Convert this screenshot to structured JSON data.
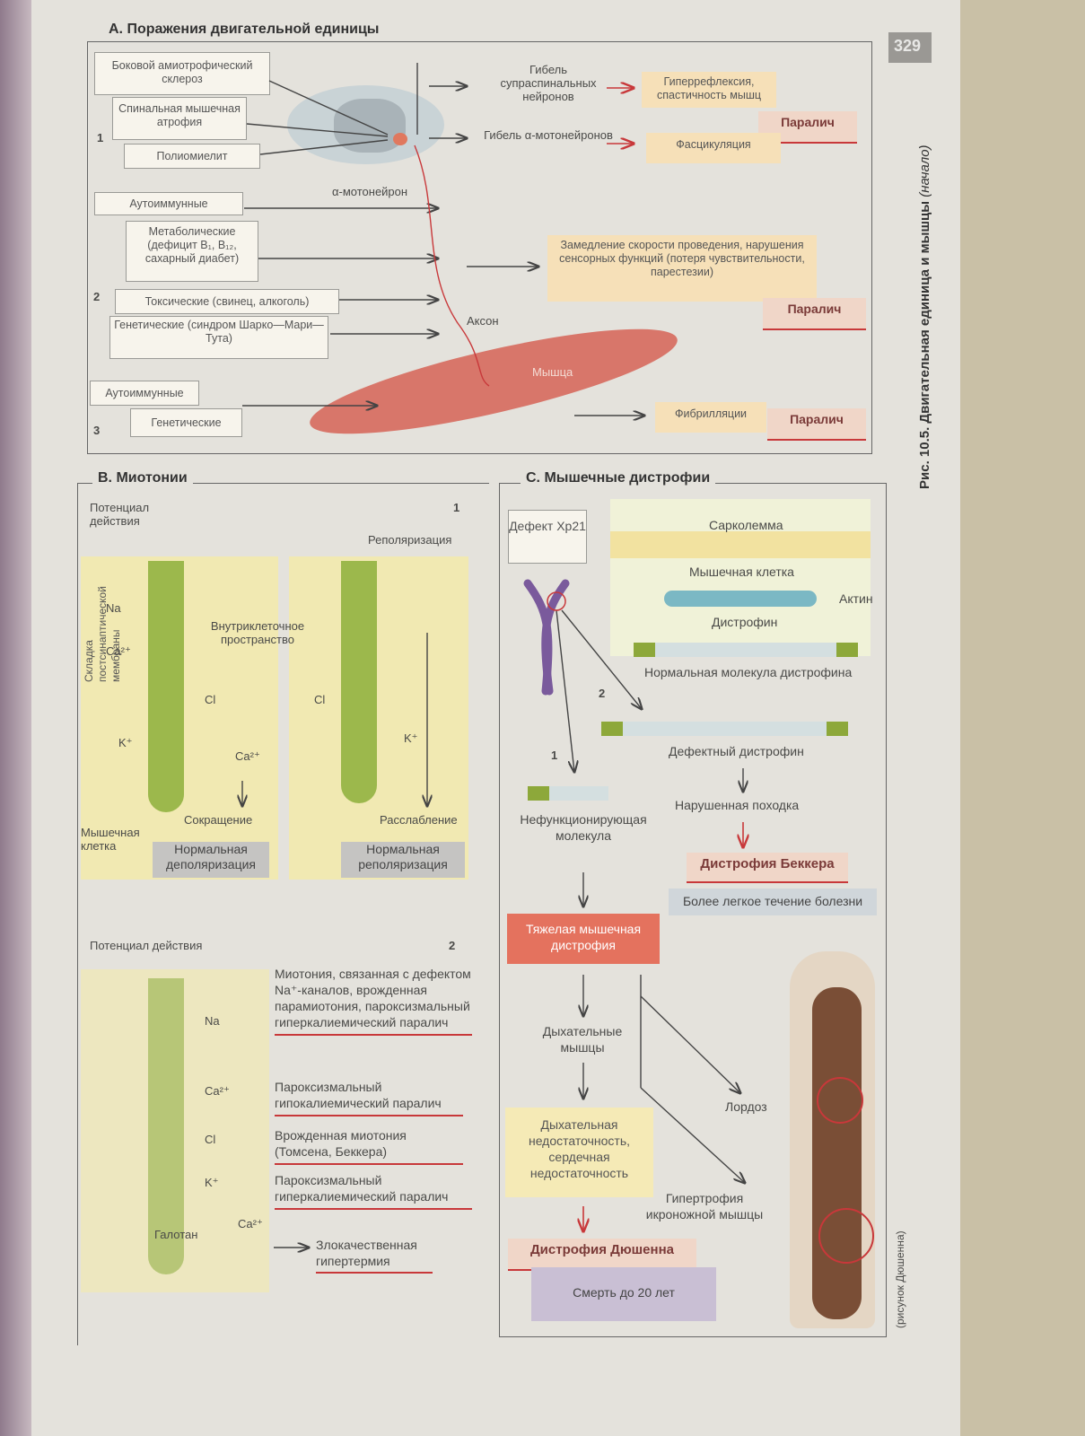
{
  "page_number": "329",
  "side_caption": "Рис. 10.5.  Двигательная единица и мышцы",
  "side_caption_note": "(начало)",
  "credit": "(рисунок Дюшенна)",
  "section_a": {
    "title": "А. Поражения двигательной единицы",
    "group1_number": "1",
    "group2_number": "2",
    "group3_number": "3",
    "als": "Боковой амиотрофический склероз",
    "sma": "Спинальная мышечная атрофия",
    "polio": "Полиомиелит",
    "supraspinal_death": "Гибель супраспинальных нейронов",
    "hyperreflexia": "Гиперрефлексия, спастичность мышц",
    "paralysis": "Паралич",
    "alpha_death": "Гибель α-мотонейронов",
    "fasciculation": "Фасцикуляция",
    "alpha_motoneuron": "α-мотонейрон",
    "autoimmune": "Аутоиммунные",
    "metabolic": "Метаболические (дефицит B₁, B₁₂, сахарный диабет)",
    "toxic": "Токсические (свинец, алкоголь)",
    "genetic_cmt": "Генетические (синдром Шарко—Мари—Тута)",
    "slowing": "Замедление скорости проведения, нарушения сенсорных функций (потеря чувствительности, парестезии)",
    "axon": "Аксон",
    "muscle": "Мышца",
    "autoimmune3": "Аутоиммунные",
    "genetic3": "Генетические",
    "fibrillation": "Фибрилляции"
  },
  "section_b": {
    "title": "B. Миотонии",
    "panel1_number": "1",
    "action_potential": "Потенциал действия",
    "repolarization": "Реполяризация",
    "membrane_fold": "Складка постсинаптической мембраны",
    "na": "Na",
    "ca": "Ca²⁺",
    "cl": "Cl",
    "k": "K⁺",
    "intracellular": "Внутриклеточное пространство",
    "contraction": "Сокращение",
    "relaxation": "Расслабление",
    "muscle_cell": "Мышечная клетка",
    "normal_depol": "Нормальная деполяризация",
    "normal_repol": "Нормальная реполяризация",
    "panel2_number": "2",
    "action_potential2": "Потенциал действия",
    "na_defect": "Миотония, связанная с дефектом Na⁺-каналов, врожденная парамиотония, пароксизмальный гиперкалиемический паралич",
    "hypokalemic": "Пароксизмальный гипокалиемический паралич",
    "thomsen": "Врожденная миотония (Томсена, Беккера)",
    "hyperkalemic": "Пароксизмальный гиперкалиемический паралич",
    "halothane": "Галотан",
    "malignant": "Злокачественная гипертермия"
  },
  "section_c": {
    "title": "C. Мышечные дистрофии",
    "defect": "Дефект Xp21",
    "sarcolemma": "Сарколемма",
    "muscle_cell": "Мышечная клетка",
    "actin": "Актин",
    "dystrophin": "Дистрофин",
    "normal_molecule": "Нормальная молекула дистрофина",
    "path1": "1",
    "path2": "2",
    "defective": "Дефектный дистрофин",
    "gait": "Нарушенная походка",
    "becker": "Дистрофия Беккера",
    "milder": "Более легкое течение болезни",
    "nonfunctional": "Нефункционирующая молекула",
    "severe": "Тяжелая мышечная дистрофия",
    "respiratory": "Дыхательные мышцы",
    "lordosis": "Лордоз",
    "insufficiency": "Дыхательная недостаточность, сердечная недостаточность",
    "calf": "Гипертрофия икроножной мышцы",
    "duchenne": "Дистрофия Дюшенна",
    "death": "Смерть до 20 лет"
  }
}
